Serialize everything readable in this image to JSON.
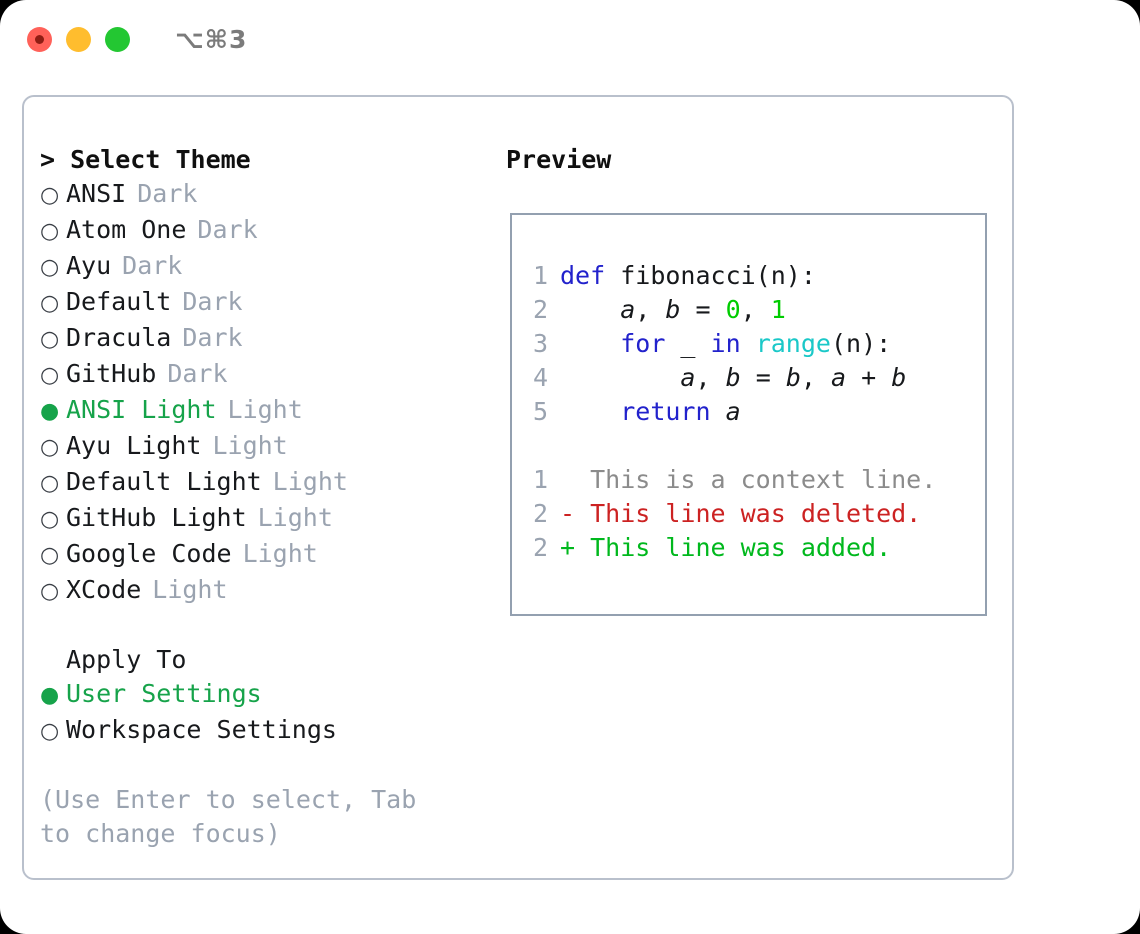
{
  "window": {
    "traffic_lights": [
      "close",
      "minimize",
      "maximize"
    ],
    "shortcut_label": "⌥⌘3"
  },
  "colors": {
    "background": "#000000",
    "window": "#ffffff",
    "panel_border": "#b9c0cc",
    "preview_border": "#93a0b0",
    "accent_green": "#16a34a",
    "muted": "#9aa3b0",
    "keyword_blue": "#2222cc",
    "builtin_cyan": "#1ac8c8",
    "number_green": "#00cc00",
    "diff_delete_red": "#cc2222",
    "diff_add_green": "#00b81d",
    "light_close": "#ff6159",
    "light_min": "#ffbd2e",
    "light_max": "#23c732"
  },
  "theme_panel": {
    "header": "> Select Theme",
    "items": [
      {
        "marker": "○",
        "name": "ANSI",
        "variant": "Dark",
        "selected": false
      },
      {
        "marker": "○",
        "name": "Atom One",
        "variant": "Dark",
        "selected": false
      },
      {
        "marker": "○",
        "name": "Ayu",
        "variant": "Dark",
        "selected": false
      },
      {
        "marker": "○",
        "name": "Default",
        "variant": "Dark",
        "selected": false
      },
      {
        "marker": "○",
        "name": "Dracula",
        "variant": "Dark",
        "selected": false
      },
      {
        "marker": "○",
        "name": "GitHub",
        "variant": "Dark",
        "selected": false
      },
      {
        "marker": "●",
        "name": "ANSI Light",
        "variant": "Light",
        "selected": true
      },
      {
        "marker": "○",
        "name": "Ayu Light",
        "variant": "Light",
        "selected": false
      },
      {
        "marker": "○",
        "name": "Default Light",
        "variant": "Light",
        "selected": false
      },
      {
        "marker": "○",
        "name": "GitHub Light",
        "variant": "Light",
        "selected": false
      },
      {
        "marker": "○",
        "name": "Google Code",
        "variant": "Light",
        "selected": false
      },
      {
        "marker": "○",
        "name": "XCode",
        "variant": "Light",
        "selected": false
      }
    ]
  },
  "apply_to": {
    "header": "Apply To",
    "options": [
      {
        "marker": "●",
        "label": "User Settings",
        "selected": true
      },
      {
        "marker": "○",
        "label": "Workspace Settings",
        "selected": false
      }
    ]
  },
  "hint": "(Use Enter to select, Tab to change focus)",
  "preview": {
    "header": "Preview",
    "code_lines": [
      {
        "num": "1",
        "tokens": [
          {
            "t": "def ",
            "c": "kw"
          },
          {
            "t": "fibonacci(n):",
            "c": "id"
          }
        ]
      },
      {
        "num": "2",
        "tokens": [
          {
            "t": "    ",
            "c": "pl"
          },
          {
            "t": "a",
            "c": "var"
          },
          {
            "t": ", ",
            "c": "pl"
          },
          {
            "t": "b",
            "c": "var"
          },
          {
            "t": " = ",
            "c": "pl"
          },
          {
            "t": "0",
            "c": "num"
          },
          {
            "t": ", ",
            "c": "pl"
          },
          {
            "t": "1",
            "c": "num"
          }
        ]
      },
      {
        "num": "3",
        "tokens": [
          {
            "t": "    ",
            "c": "pl"
          },
          {
            "t": "for",
            "c": "kw"
          },
          {
            "t": " _ ",
            "c": "pl"
          },
          {
            "t": "in",
            "c": "kw"
          },
          {
            "t": " ",
            "c": "pl"
          },
          {
            "t": "range",
            "c": "bi"
          },
          {
            "t": "(n):",
            "c": "id"
          }
        ]
      },
      {
        "num": "4",
        "tokens": [
          {
            "t": "        ",
            "c": "pl"
          },
          {
            "t": "a",
            "c": "var"
          },
          {
            "t": ", ",
            "c": "pl"
          },
          {
            "t": "b",
            "c": "var"
          },
          {
            "t": " = ",
            "c": "pl"
          },
          {
            "t": "b",
            "c": "var"
          },
          {
            "t": ", ",
            "c": "pl"
          },
          {
            "t": "a",
            "c": "var"
          },
          {
            "t": " + ",
            "c": "pl"
          },
          {
            "t": "b",
            "c": "var"
          }
        ]
      },
      {
        "num": "5",
        "tokens": [
          {
            "t": "    ",
            "c": "pl"
          },
          {
            "t": "return",
            "c": "kw"
          },
          {
            "t": " ",
            "c": "pl"
          },
          {
            "t": "a",
            "c": "var"
          }
        ]
      }
    ],
    "diff_lines": [
      {
        "num": "1",
        "sign": " ",
        "text": "This is a context line.",
        "kind": "ctx"
      },
      {
        "num": "2",
        "sign": "-",
        "text": "This line was deleted.",
        "kind": "del"
      },
      {
        "num": "2",
        "sign": "+",
        "text": "This line was added.",
        "kind": "add"
      }
    ]
  }
}
